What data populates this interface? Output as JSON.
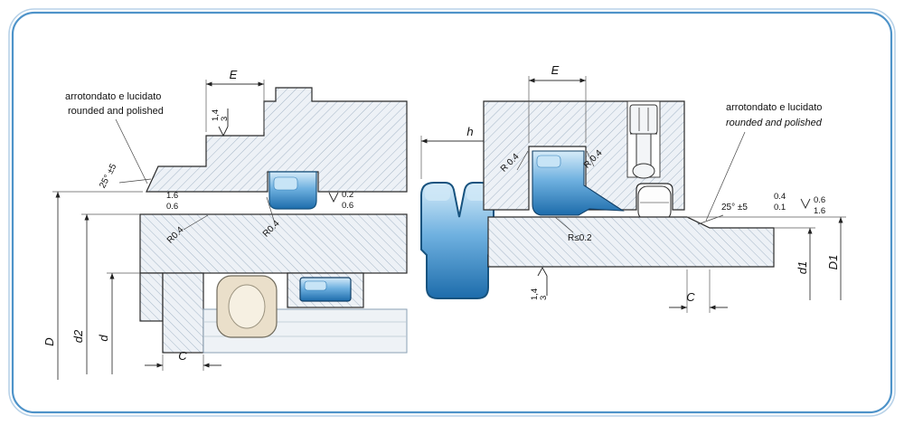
{
  "colors": {
    "frame_blue": "#4e93c9",
    "frame_halo": "#b8d2e8",
    "hatch_fill": "#edf1f6",
    "hatch_line": "#9db0c2",
    "seal_dark": "#1d6cab",
    "seal_mid": "#6fb1e0",
    "seal_light": "#d7ecf9",
    "outline": "#2a2a2a",
    "bearing_beige": "#eadfca"
  },
  "notes": {
    "left": {
      "line1": "arrotondato  e lucidato",
      "line2": "rounded and polished"
    },
    "right": {
      "line1": "arrotondato e lucidato",
      "line2": "rounded and polished"
    }
  },
  "left_view": {
    "e_label": "E",
    "rough_1": "1,4",
    "rough_2": "3",
    "angle": "25° ±5",
    "chamfer_finish_1": "1.6",
    "chamfer_finish_2": "0.6",
    "groove_finish_1": "0.2",
    "groove_finish_2": "0.6",
    "radius_1": "R0.4",
    "radius_2": "R0.4",
    "dim_D": "D",
    "dim_d2": "d2",
    "dim_d": "d",
    "dim_C": "C"
  },
  "profile": {
    "h_label": "h"
  },
  "right_view": {
    "e_label": "E",
    "radius_left": "R 0.4",
    "radius_right": "R 0.4",
    "radius_seal": "R≤0.2",
    "angle": "25° ±5",
    "chamfer_finish_1": "0.4",
    "chamfer_finish_2": "0.1",
    "surface_finish_1": "0.6",
    "surface_finish_2": "1.6",
    "rough_1": "1,4",
    "rough_2": "3",
    "dim_d1": "d1",
    "dim_D1": "D1",
    "dim_C": "C"
  }
}
